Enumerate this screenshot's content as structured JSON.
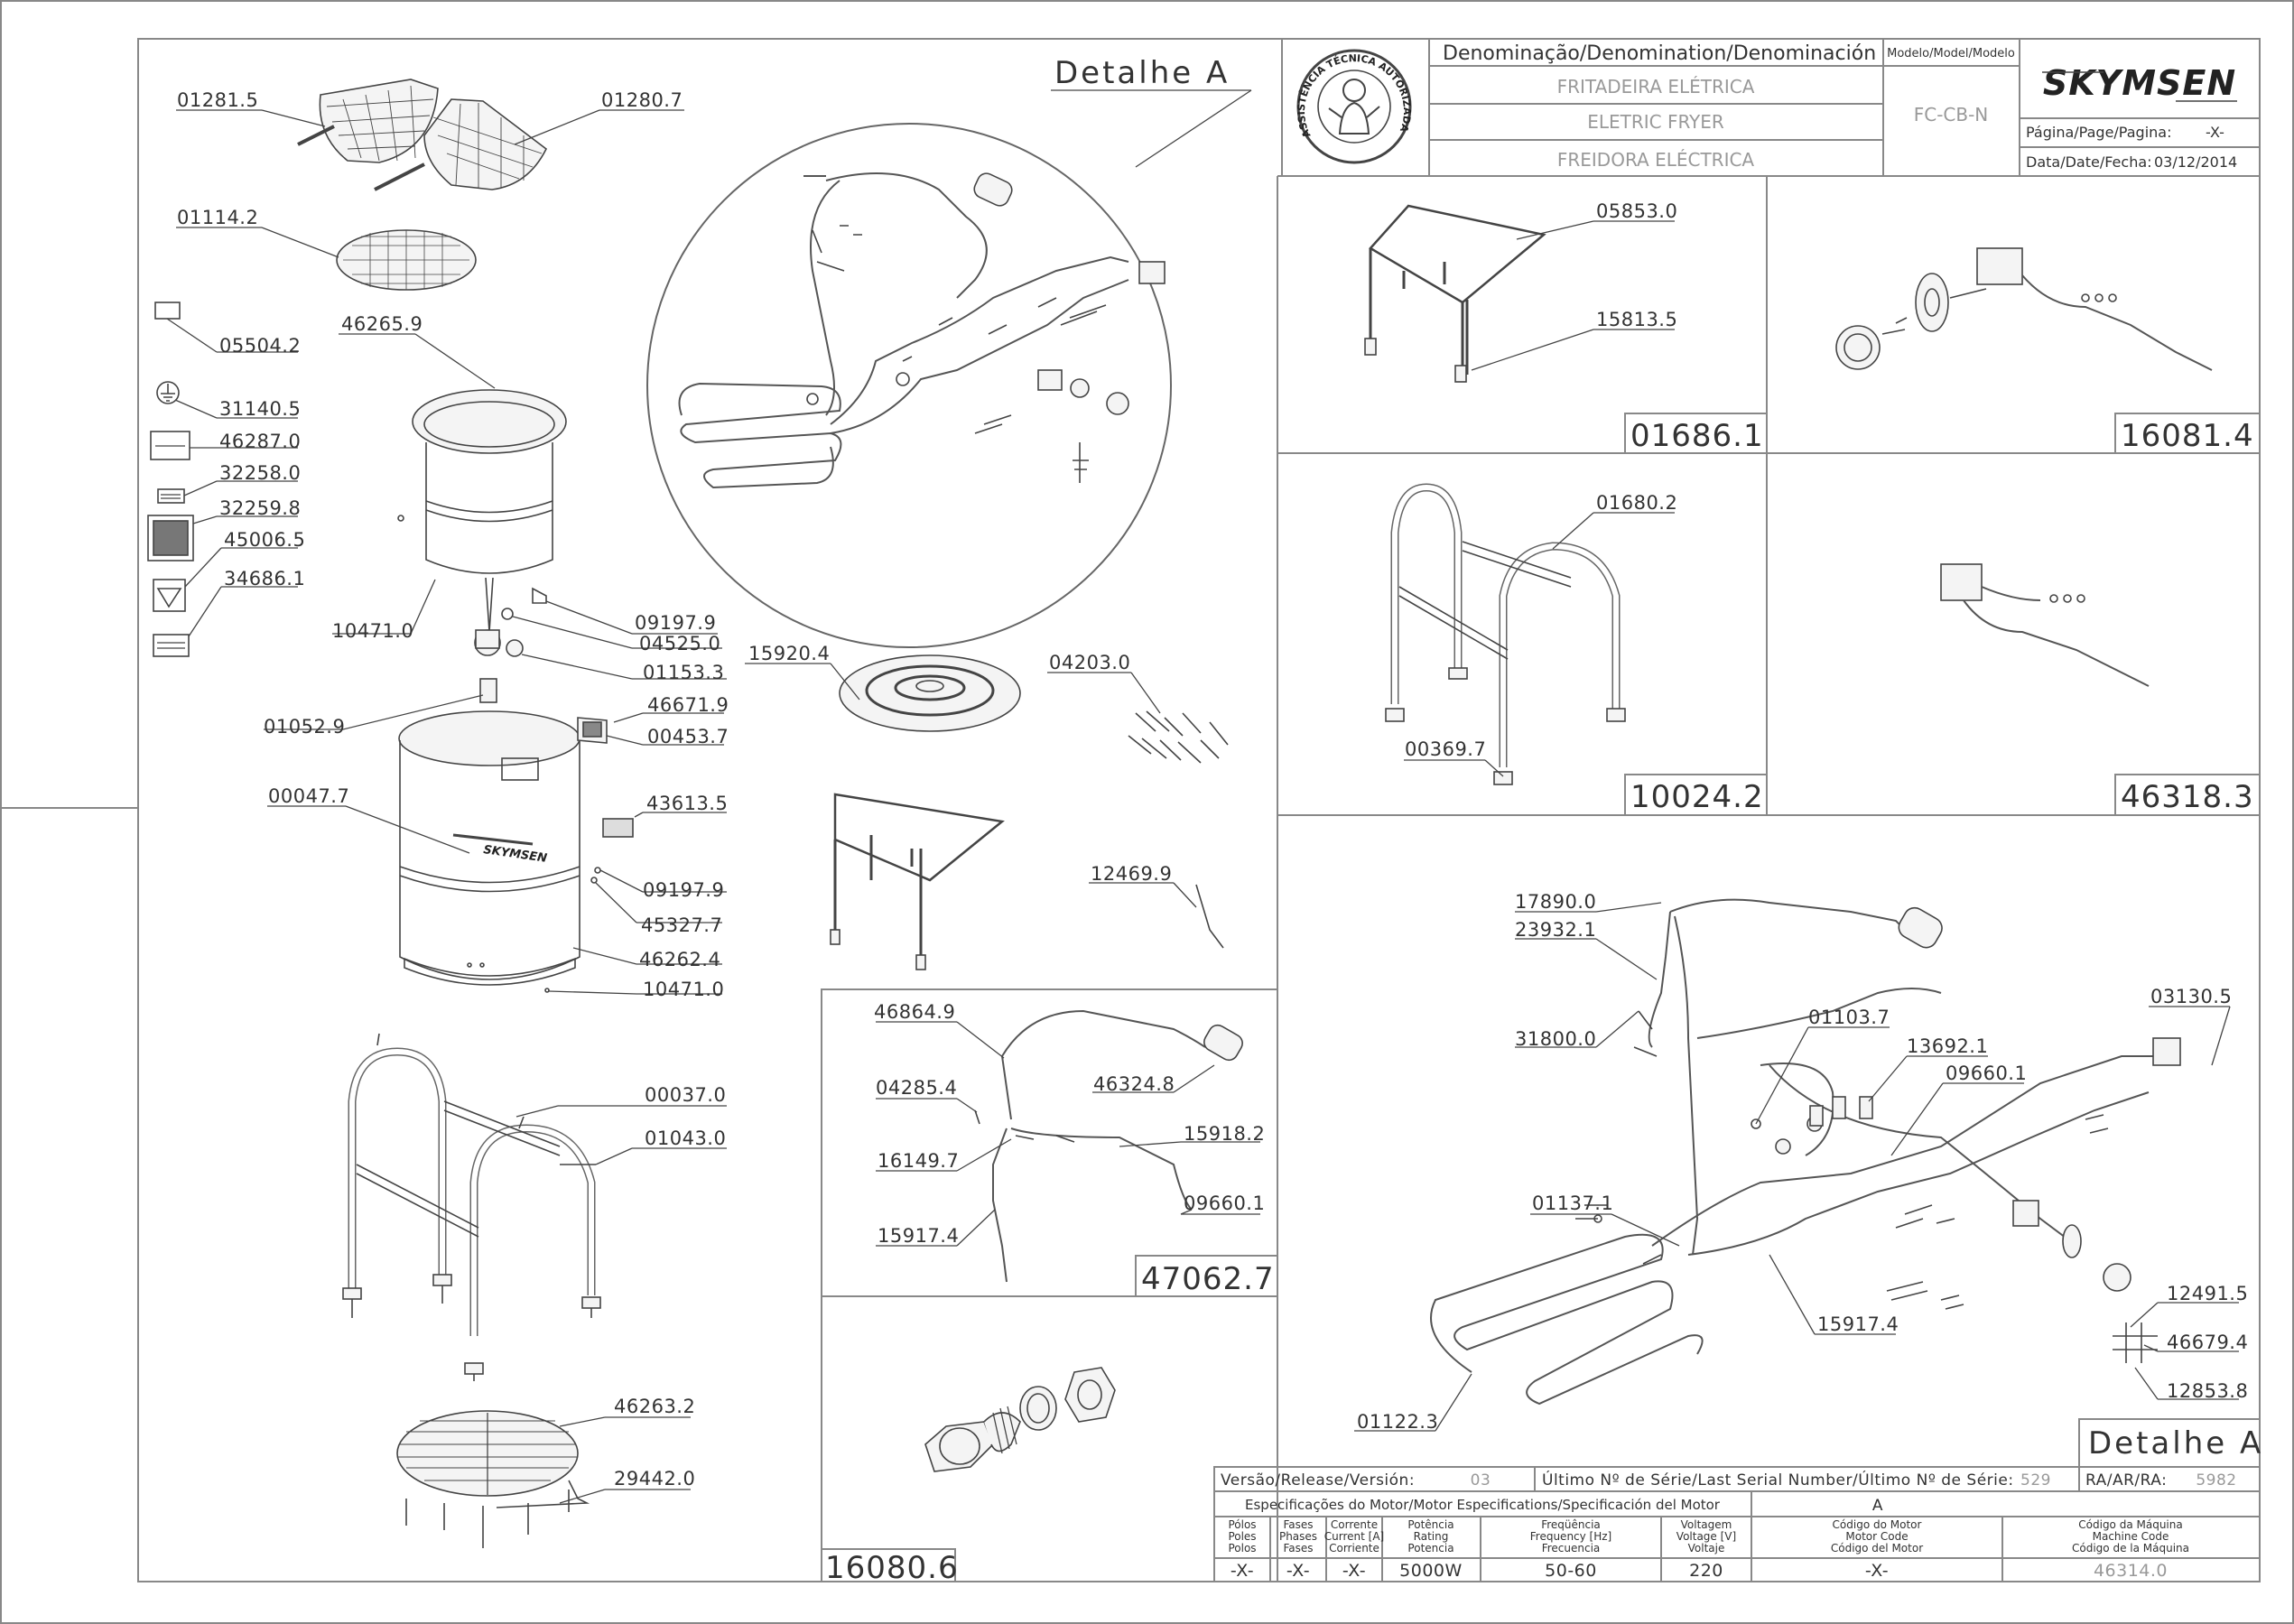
{
  "header": {
    "denomination_title": "Denominação/Denomination/Denominación",
    "name_pt": "FRITADEIRA ELÉTRICA",
    "name_en": "ELETRIC FRYER",
    "name_es": "FREIDORA ELÉCTRICA",
    "model_title": "Modelo/Model/Modelo",
    "model_value": "FC-CB-N",
    "brand": "SKYMSEN",
    "page_label": "Página/Page/Pagina:",
    "page_value": "-X-",
    "date_label": "Data/Date/Fecha:",
    "date_value": "03/12/2014",
    "stamp_text": "ASSISTÊNCIA TÉCNICA AUTORIZADA"
  },
  "detail_labels": {
    "top": "Detalhe A",
    "bottom": "Detalhe A"
  },
  "kit_codes": {
    "stand_small": "01686.1",
    "thermostat_knob": "16081.4",
    "legs_frame": "10024.2",
    "thermostat": "46318.3",
    "cable_kit": "47062.7",
    "drain_valve": "16080.6"
  },
  "part_labels": {
    "p01281_5": "01281.5",
    "p01280_7": "01280.7",
    "p01114_2": "01114.2",
    "p05504_2": "05504.2",
    "p46265_9": "46265.9",
    "p31140_5": "31140.5",
    "p46287_0": "46287.0",
    "p32258_0": "32258.0",
    "p32259_8": "32259.8",
    "p45006_5": "45006.5",
    "p34686_1": "34686.1",
    "p10471_0a": "10471.0",
    "p09197_9a": "09197.9",
    "p04525_0": "04525.0",
    "p01153_3": "01153.3",
    "p01052_9": "01052.9",
    "p46671_9": "46671.9",
    "p00453_7": "00453.7",
    "p00047_7": "00047.7",
    "p43613_5": "43613.5",
    "p09197_9b": "09197.9",
    "p45327_7": "45327.7",
    "p46262_4": "46262.4",
    "p10471_0b": "10471.0",
    "p00037_0": "00037.0",
    "p01043_0": "01043.0",
    "p46263_2": "46263.2",
    "p29442_0": "29442.0",
    "p15920_4": "15920.4",
    "p04203_0": "04203.0",
    "p12469_9": "12469.9",
    "p46864_9": "46864.9",
    "p04285_4": "04285.4",
    "p46324_8": "46324.8",
    "p15918_2": "15918.2",
    "p16149_7": "16149.7",
    "p09660_1a": "09660.1",
    "p15917_4a": "15917.4",
    "p05853_0": "05853.0",
    "p15813_5": "15813.5",
    "p01680_2": "01680.2",
    "p00369_7": "00369.7",
    "p17890_0": "17890.0",
    "p23932_1": "23932.1",
    "p31800_0": "31800.0",
    "p01103_7": "01103.7",
    "p13692_1": "13692.1",
    "p03130_5": "03130.5",
    "p09660_1b": "09660.1",
    "p01137_1": "01137.1",
    "p15917_4b": "15917.4",
    "p12491_5": "12491.5",
    "p46679_4": "46679.4",
    "p12853_8": "12853.8",
    "p01122_3": "01122.3",
    "skymsen_logo_body": "SKYMSEN"
  },
  "footer": {
    "version_label": "Versão/Release/Versión:",
    "version_value": "03",
    "serial_label": "Último Nº de Série/Last Serial Number/Último Nº de Série:",
    "serial_value": "529",
    "ra_label": "RA/AR/RA:",
    "ra_value": "5982",
    "motor_spec_title": "Especificações do Motor/Motor Especifications/Specificación del Motor",
    "motor_code_letter": "A",
    "col_poles": "Pólos\nPoles\nPolos",
    "col_phases": "Fases\nPhases\nFases",
    "col_current": "Corrente\nCurrent [A]\nCorriente",
    "col_power": "Potência\nRating\nPotencia",
    "col_freq": "Freqüência\nFrequency [Hz]\nFrecuencia",
    "col_voltage": "Voltagem\nVoltage [V]\nVoltaje",
    "col_motor_code": "Código do Motor\nMotor Code\nCódigo del Motor",
    "col_machine_code": "Código da Máquina\nMachine Code\nCódigo de la Máquina",
    "val_poles": "-X-",
    "val_phases": "-X-",
    "val_current": "-X-",
    "val_power": "5000W",
    "val_freq": "50-60",
    "val_voltage": "220",
    "val_motor_code": "-X-",
    "val_machine_code": "46314.0"
  }
}
